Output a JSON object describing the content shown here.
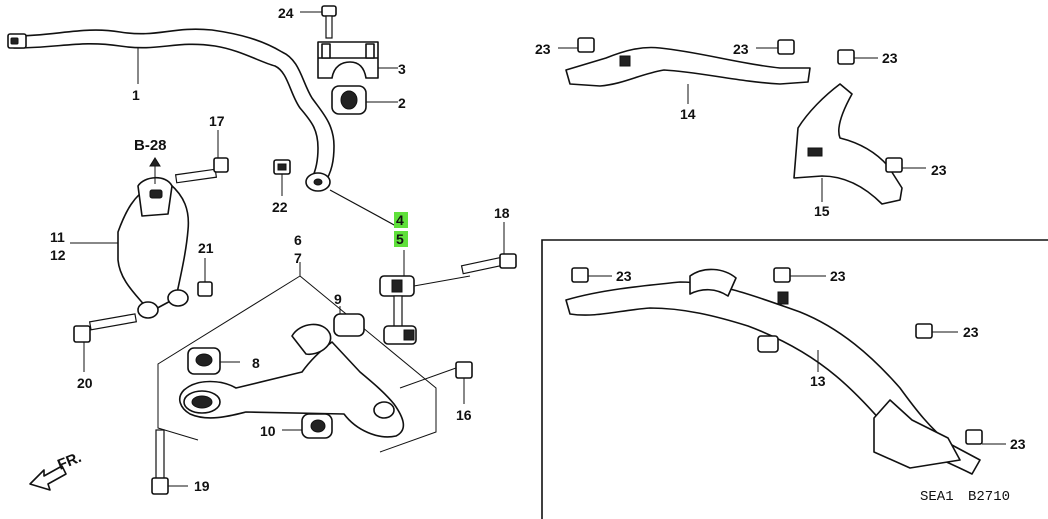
{
  "callouts": {
    "n1": "1",
    "n2": "2",
    "n3": "3",
    "n4": "4",
    "n5": "5",
    "n6": "6",
    "n7": "7",
    "n8": "8",
    "n9": "9",
    "n10": "10",
    "n11": "11",
    "n12": "12",
    "n13": "13",
    "n14": "14",
    "n15": "15",
    "n16": "16",
    "n17": "17",
    "n18": "18",
    "n19": "19",
    "n20": "20",
    "n21": "21",
    "n22": "22",
    "n23": "23",
    "n24": "24"
  },
  "reference": {
    "label": "B-28"
  },
  "direction": {
    "label": "FR."
  },
  "diagram_code": {
    "left": "SEA1",
    "right": "B2710"
  },
  "colors": {
    "highlight": "#5fe03a",
    "line": "#111111",
    "background": "#ffffff"
  }
}
